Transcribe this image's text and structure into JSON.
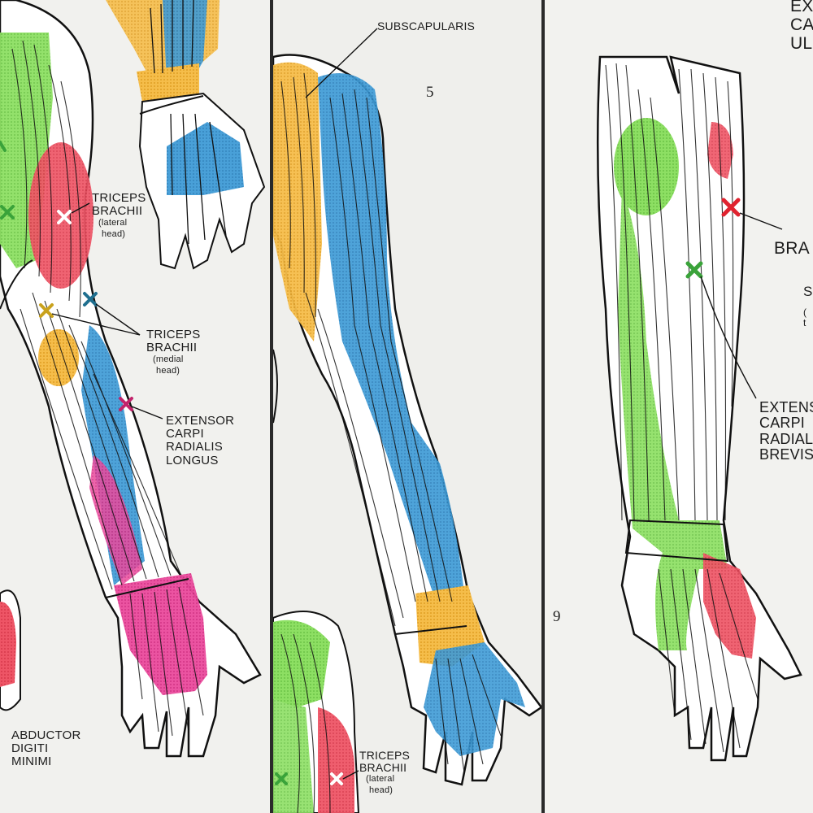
{
  "panels": [
    {
      "id": "left",
      "labels": {
        "triceps_lateral": [
          "TRICEPS",
          "BRACHII",
          "(lateral",
          "head)"
        ],
        "triceps_medial": [
          "TRICEPS",
          "BRACHII",
          "(medial",
          "head)"
        ],
        "ecrl": [
          "EXTENSOR",
          "CARPI",
          "RADIALIS",
          "LONGUS"
        ],
        "adm": [
          "ABDUCTOR",
          "DIGITI",
          "MINIMI"
        ]
      }
    },
    {
      "id": "middle",
      "labels": {
        "subscapularis": "SUBSCAPULARIS",
        "figure_number": "5",
        "triceps_lateral": [
          "TRICEPS",
          "BRACHII",
          "(lateral",
          "head)"
        ]
      }
    },
    {
      "id": "right",
      "labels": {
        "top_cut": [
          "EX",
          "CA",
          "UL"
        ],
        "brachio_cut": "BRA",
        "s_cut": [
          "S",
          "(",
          "t"
        ],
        "ecrb_cut": [
          "EXTENS",
          "CARPI",
          "RADIAL",
          "BREVIS"
        ],
        "figure_number": "9"
      }
    }
  ],
  "colors": {
    "green": "#7ed957",
    "red": "#ec4a5c",
    "pink": "#e8318f",
    "blue": "#2f8fce",
    "yellow": "#f2b13a",
    "teal_x": "#1f6f8f",
    "gold_x": "#c9a21d",
    "magenta_x": "#c2236b",
    "red_x": "#e0232f",
    "green_x": "#3aa33a",
    "ink": "#1b1b1b"
  }
}
